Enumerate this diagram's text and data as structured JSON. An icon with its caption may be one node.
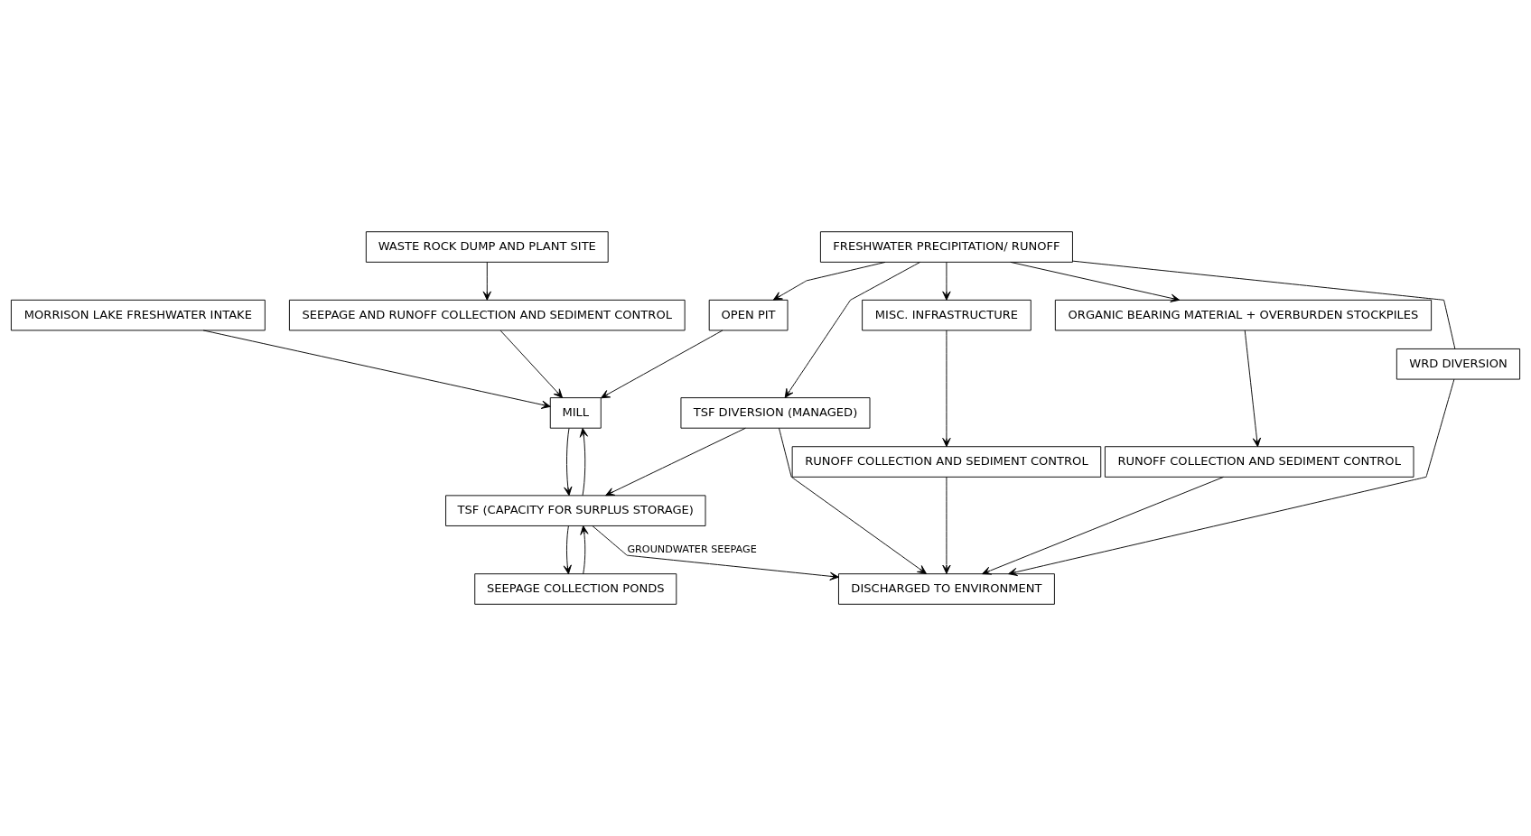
{
  "diagram": {
    "nodes": [
      {
        "text": [
          "MORRISON LAKE FRESHWATER INTAKE"
        ]
      },
      {
        "text": [
          "FRESHWATER PRECIPITATION/ RUNOFF"
        ]
      },
      {
        "text": [
          "TSF DIVERSION (MANAGED)"
        ]
      },
      {
        "text": [
          "OPEN PIT"
        ]
      },
      {
        "text": [
          "WRD DIVERSION"
        ]
      },
      {
        "text": [
          "MISC. INFRASTRUCTURE"
        ]
      },
      {
        "text": [
          "TSF (CAPACITY FOR SURPLUS STORAGE)"
        ]
      },
      {
        "text": [
          "MILL"
        ]
      },
      {
        "text": [
          "WASTE ROCK DUMP AND PLANT SITE"
        ]
      },
      {
        "text": [
          "ORGANIC BEARING MATERIAL + OVERBURDEN STOCKPILES"
        ]
      },
      {
        "text": [
          "RUNOFF COLLECTION AND SEDIMENT CONTROL"
        ]
      },
      {
        "text": [
          "SEEPAGE COLLECTION PONDS"
        ]
      },
      {
        "text": [
          "SEEPAGE AND RUNOFF COLLECTION AND SEDIMENT CONTROL"
        ]
      },
      {
        "text": [
          "RUNOFF COLLECTION AND SEDIMENT CONTROL"
        ]
      },
      {
        "text": [
          "DISCHARGED TO ENVIRONMENT"
        ]
      }
    ],
    "edges": [
      {
        "from": 0,
        "to": 7,
        "arrow": "to"
      },
      {
        "from": 1,
        "to": 2,
        "arrow": "to"
      },
      {
        "from": 1,
        "to": 3,
        "arrow": "to"
      },
      {
        "from": 1,
        "to": 4,
        "arrow": "none"
      },
      {
        "from": 1,
        "to": 9,
        "arrow": "to"
      },
      {
        "from": 1,
        "to": 5,
        "arrow": "to"
      },
      {
        "from": 2,
        "to": 6,
        "arrow": "to"
      },
      {
        "from": 2,
        "to": 14,
        "arrow": "to"
      },
      {
        "from": 3,
        "to": 7,
        "arrow": "to"
      },
      {
        "from": 4,
        "to": 14,
        "arrow": "to"
      },
      {
        "from": 5,
        "to": 10,
        "arrow": "to"
      },
      {
        "from": 6,
        "to": 11,
        "arrow": "to"
      },
      {
        "from": 6,
        "to": 7,
        "arrow": "to"
      },
      {
        "from": 7,
        "to": 6,
        "arrow": "to"
      },
      {
        "from": 11,
        "to": 6,
        "arrow": "to"
      },
      {
        "from": 6,
        "to": 14,
        "arrow": "to",
        "label": "GROUNDWATER SEEPAGE"
      },
      {
        "from": 8,
        "to": 12,
        "arrow": "to"
      },
      {
        "from": 12,
        "to": 7,
        "arrow": "to"
      },
      {
        "from": 9,
        "to": 13,
        "arrow": "to"
      },
      {
        "from": 13,
        "to": 14,
        "arrow": "to"
      },
      {
        "from": 10,
        "to": 14,
        "arrow": "to"
      }
    ]
  }
}
